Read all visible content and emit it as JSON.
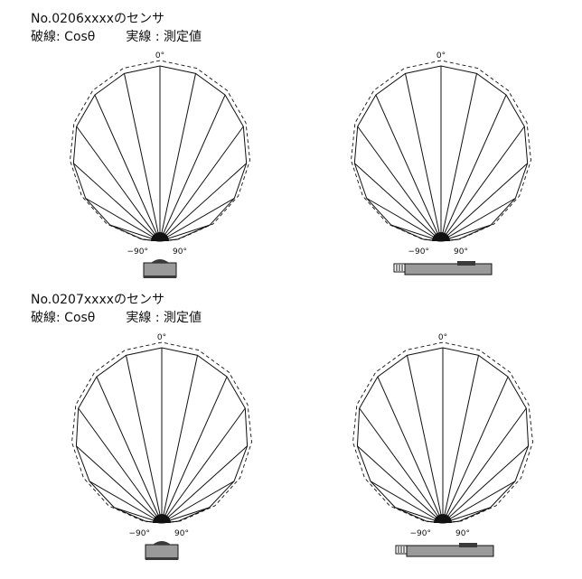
{
  "sections": [
    {
      "title": "No.0206xxxxのセンサ",
      "legend_dashed": "破線: Cosθ",
      "legend_solid": "実線 : 測定値",
      "plots": [
        {
          "label_top": "0°",
          "label_left": "−90°",
          "label_right": "90°",
          "sensor_orientation": "upright"
        },
        {
          "label_top": "0°",
          "label_left": "−90°",
          "label_right": "90°",
          "sensor_orientation": "sideways"
        }
      ]
    },
    {
      "title": "No.0207xxxxのセンサ",
      "legend_dashed": "破線: Cosθ",
      "legend_solid": "実線 : 測定値",
      "plots": [
        {
          "label_top": "0°",
          "label_left": "−90°",
          "label_right": "90°",
          "sensor_orientation": "upright"
        },
        {
          "label_top": "0°",
          "label_left": "−90°",
          "label_right": "90°",
          "sensor_orientation": "sideways"
        }
      ]
    }
  ],
  "colors": {
    "line": "#111111",
    "sensor_fill": "#9a9a9a",
    "sensor_dark": "#3a3a3a"
  }
}
